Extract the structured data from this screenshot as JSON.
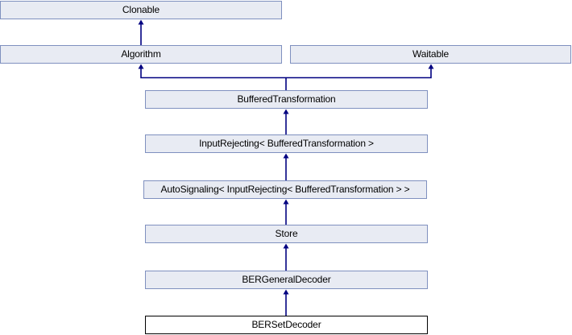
{
  "diagram": {
    "nodes": [
      {
        "id": "clonable",
        "label": "Clonable",
        "current": false
      },
      {
        "id": "algorithm",
        "label": "Algorithm",
        "current": false
      },
      {
        "id": "waitable",
        "label": "Waitable",
        "current": false
      },
      {
        "id": "buffered-transformation",
        "label": "BufferedTransformation",
        "current": false
      },
      {
        "id": "input-rejecting",
        "label": "InputRejecting< BufferedTransformation >",
        "current": false
      },
      {
        "id": "auto-signaling",
        "label": "AutoSignaling< InputRejecting< BufferedTransformation > >",
        "current": false
      },
      {
        "id": "store",
        "label": "Store",
        "current": false
      },
      {
        "id": "ber-general-decoder",
        "label": "BERGeneralDecoder",
        "current": false
      },
      {
        "id": "ber-set-decoder",
        "label": "BERSetDecoder",
        "current": true
      }
    ],
    "edges": [
      {
        "from": "algorithm",
        "to": "clonable"
      },
      {
        "from": "buffered-transformation",
        "to": "algorithm"
      },
      {
        "from": "buffered-transformation",
        "to": "waitable"
      },
      {
        "from": "input-rejecting",
        "to": "buffered-transformation"
      },
      {
        "from": "auto-signaling",
        "to": "input-rejecting"
      },
      {
        "from": "store",
        "to": "auto-signaling"
      },
      {
        "from": "ber-general-decoder",
        "to": "store"
      },
      {
        "from": "ber-set-decoder",
        "to": "ber-general-decoder"
      }
    ],
    "colors": {
      "background": "#ffffff",
      "node_fill": "#e8ebf3",
      "node_border": "#7f90bf",
      "current_node_fill": "#ffffff",
      "current_node_border": "#000000",
      "edge": "#000080",
      "text": "#000000"
    }
  }
}
